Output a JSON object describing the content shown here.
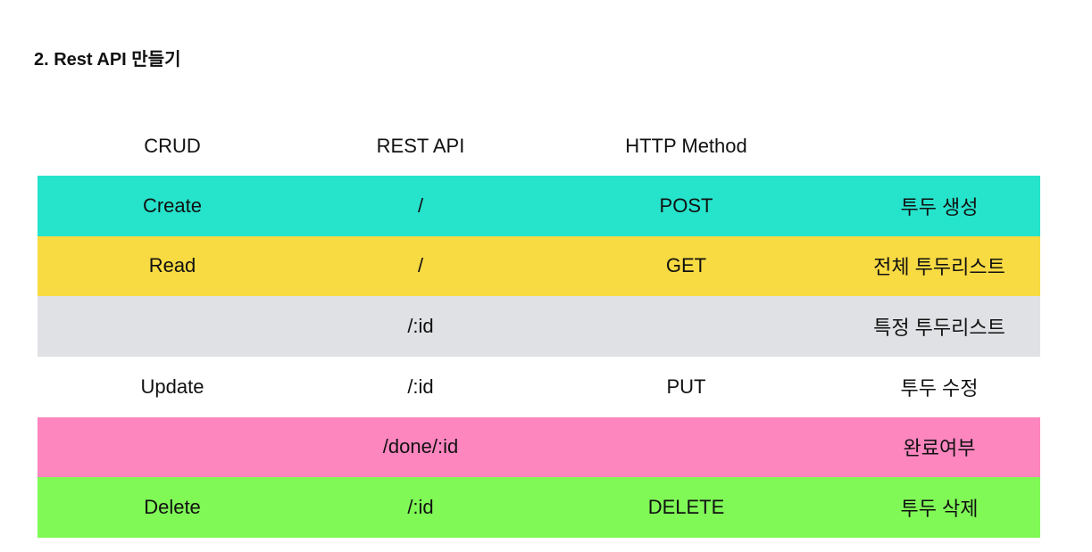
{
  "heading": "2. Rest API 만들기",
  "table": {
    "headers": [
      "CRUD",
      "REST API",
      "HTTP Method",
      ""
    ],
    "rows": [
      {
        "crud": "Create",
        "rest": "/",
        "method": "POST",
        "desc": "투두 생성",
        "color": "#26e3cb"
      },
      {
        "crud": "Read",
        "rest": "/",
        "method": "GET",
        "desc": "전체 투두리스트",
        "color": "#f8da42"
      },
      {
        "crud": "",
        "rest": "/:id",
        "method": "",
        "desc": "특정 투두리스트",
        "color": "#e0e1e4"
      },
      {
        "crud": "Update",
        "rest": "/:id",
        "method": "PUT",
        "desc": "투두 수정",
        "color": "#ffffff"
      },
      {
        "crud": "",
        "rest": "/done/:id",
        "method": "",
        "desc": "완료여부",
        "color": "#fd86bf"
      },
      {
        "crud": "Delete",
        "rest": "/:id",
        "method": "DELETE",
        "desc": "투두 삭제",
        "color": "#80f957"
      }
    ]
  }
}
